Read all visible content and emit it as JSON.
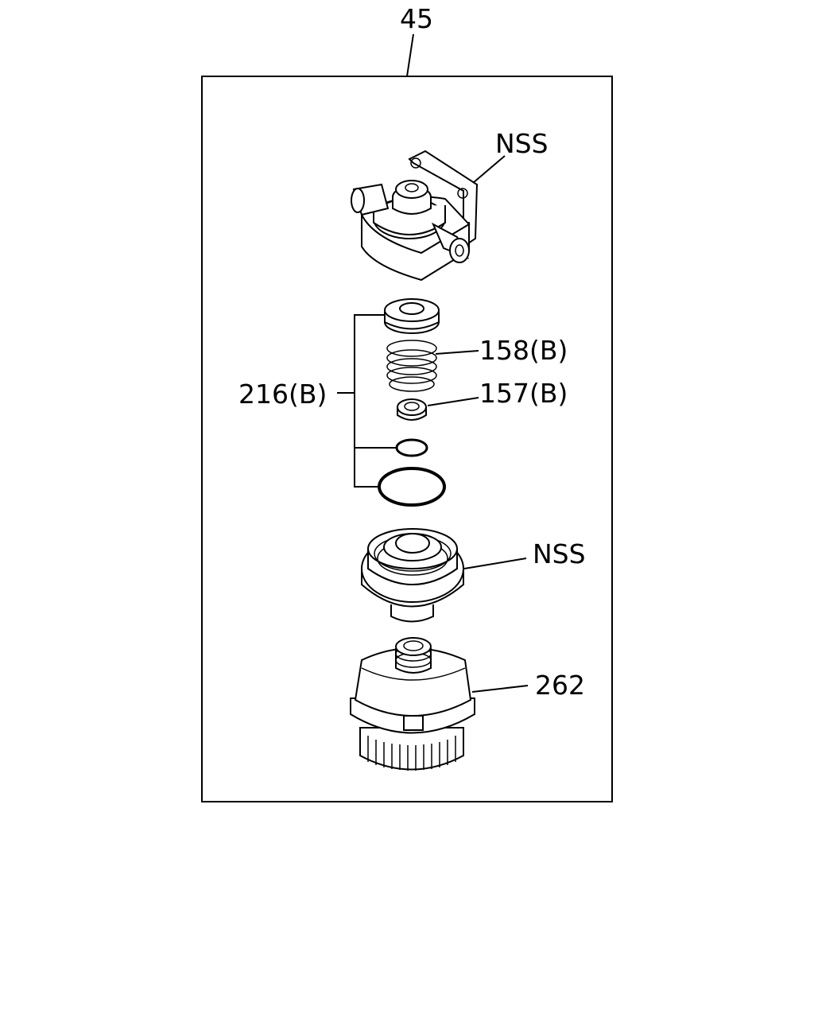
{
  "labels": {
    "group": "45",
    "housing": "NSS",
    "spring": "158(B)",
    "kit": "216(B)",
    "valve": "157(B)",
    "element": "NSS",
    "cap": "262"
  }
}
